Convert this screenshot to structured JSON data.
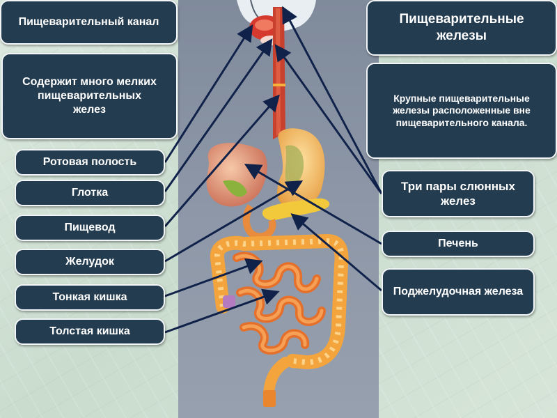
{
  "left": {
    "canal_title": "Пищеварительный канал",
    "canal_note": "Содержит много мелких пищеварительных желез",
    "organs": [
      "Ротовая полость",
      "Глотка",
      "Пищевод",
      "Желудок",
      "Тонкая кишка",
      "Толстая кишка"
    ]
  },
  "right": {
    "glands_title": "Пищеварительные железы",
    "glands_note": "Крупные пищеварительные железы расположенные вне пищеварительного канала.",
    "glands": [
      "Три пары слюнных желез",
      "Печень",
      "Поджелудочная железа"
    ]
  }
}
